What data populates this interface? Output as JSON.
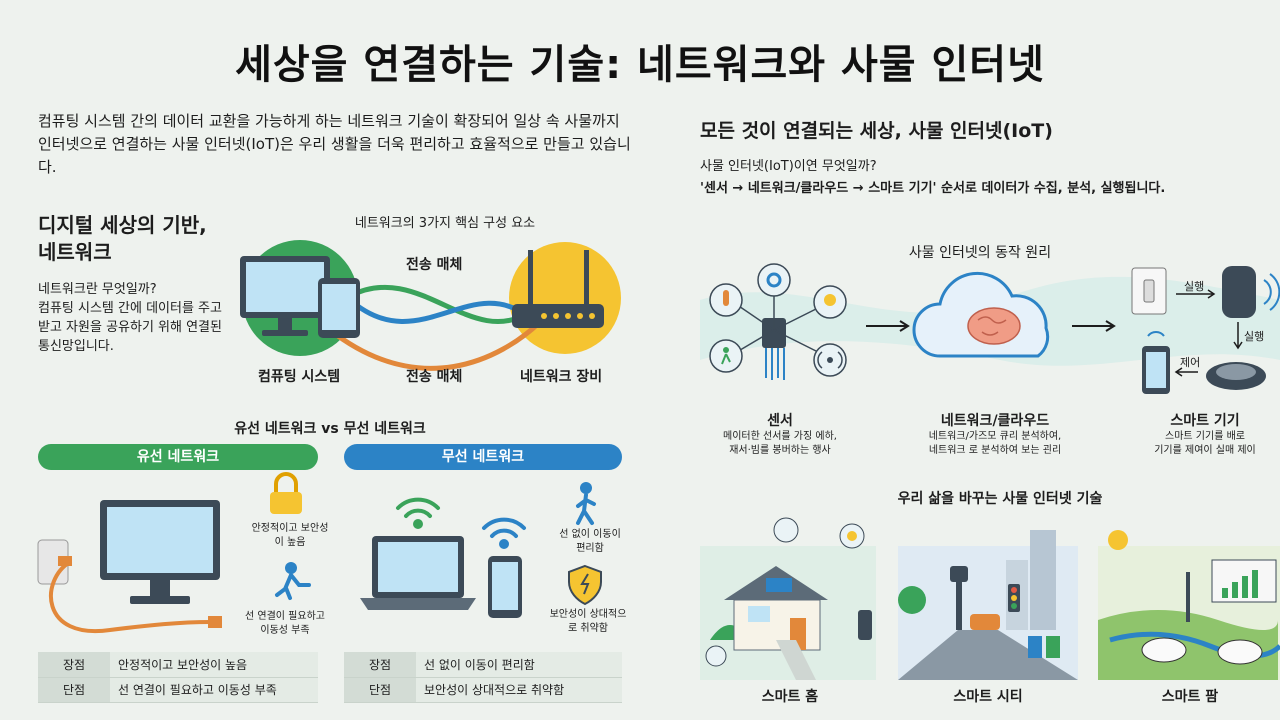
{
  "title": "세상을 연결하는 기술: 네트워크와 사물 인터넷",
  "intro": "컴퓨팅 시스템 간의 데이터 교환을 가능하게 하는 네트워크 기술이 확장되어 일상 속 사물까지 인터넷으로 연결하는 사물 인터넷(IoT)은 우리 생활을 더욱 편리하고 효율적으로 만들고 있습니다.",
  "network": {
    "title_line1": "디지털 세상의 기반,",
    "title_line2": "네트워크",
    "question": "네트워크란 무엇일까?",
    "answer": "컴퓨팅 시스템 간에 데이터를 주고받고 자원을 공유하기 위해 연결된 통신망입니다.",
    "components_title": "네트워크의 3가지 핵심 구성 요소",
    "medium_top": "전송 매체",
    "medium_bottom": "전송 매체",
    "computing": "컴퓨팅 시스템",
    "device": "네트워크 장비"
  },
  "compare": {
    "title": "유선 네트워크 vs 무선 네트워크",
    "wired": {
      "label": "유선 네트워크",
      "note_lock": "안정적이고 보안성이 높음",
      "note_person": "선 연결이 필요하고 이동성 부족",
      "rows": [
        {
          "k": "장점",
          "v": "안정적이고 보안성이 높음"
        },
        {
          "k": "단점",
          "v": "선 연결이 필요하고 이동성 부족"
        }
      ]
    },
    "wireless": {
      "label": "무선 네트워크",
      "note_walk": "선 없이 이동이 편리함",
      "note_shield": "보안성이 상대적으로 취약함",
      "rows": [
        {
          "k": "장점",
          "v": "선 없이 이동이 편리함"
        },
        {
          "k": "단점",
          "v": "보안성이 상대적으로 취약함"
        }
      ]
    }
  },
  "iot": {
    "title": "모든 것이 연결되는 세상, 사물 인터넷(IoT)",
    "question": "사물 인터넷(IoT)이연 무엇일까?",
    "answer": "'센서 → 네트워크/클라우드 → 스마트 기기' 순서로 데이터가 수집, 분석, 실행됩니다.",
    "flow_title": "사물 인터넷의 동작 원리",
    "sensor_label": "센서",
    "sensor_desc1": "메이터한 선서를 가징 에하,",
    "sensor_desc2": "재서·빔를 봉버하는 행사",
    "cloud_label": "네트워크/클라우드",
    "cloud_desc1": "네트워크/가즈모 큐리 분석하여,",
    "cloud_desc2": "네트워크 로 분석하여 보는 괸리",
    "smart_label": "스마트 기기",
    "smart_desc1": "스마트 기기를 배로",
    "smart_desc2": "기기를 제여이 실매 제이",
    "run1": "실행",
    "run2": "실행",
    "control": "제어",
    "life_title": "우리 삶을 바꾸는 사물 인터넷 기술",
    "home": "스마트 홈",
    "city": "스마트 시티",
    "farm": "스마트 팜"
  },
  "colors": {
    "green": "#3aa35a",
    "blue": "#2c83c6",
    "yellow": "#f5c431",
    "orange": "#e2883a",
    "teal": "#2f9c8c"
  }
}
